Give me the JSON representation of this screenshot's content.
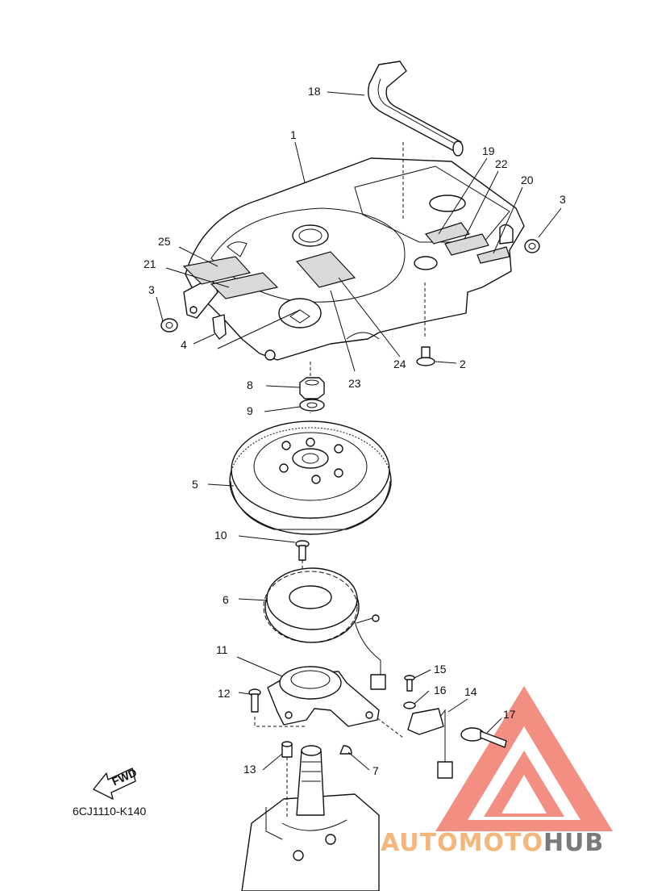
{
  "diagram_code": "6CJ1110-K140",
  "fwd_label": "FWD",
  "watermark": {
    "part1": "AUTOMOTO",
    "part2": "HUB",
    "color_part1": "#f5b67c",
    "color_part2": "#7a7a7a",
    "logo_color": "#f07b6d"
  },
  "callouts": {
    "c18": "18",
    "c1": "1",
    "c19": "19",
    "c22": "22",
    "c20": "20",
    "c3a": "3",
    "c25": "25",
    "c21": "21",
    "c3b": "3",
    "c4": "4",
    "c24": "24",
    "c23": "23",
    "c2": "2",
    "c8": "8",
    "c9": "9",
    "c5": "5",
    "c10": "10",
    "c6": "6",
    "c11": "11",
    "c15": "15",
    "c16": "16",
    "c14": "14",
    "c12": "12",
    "c17": "17",
    "c13": "13",
    "c7": "7"
  }
}
